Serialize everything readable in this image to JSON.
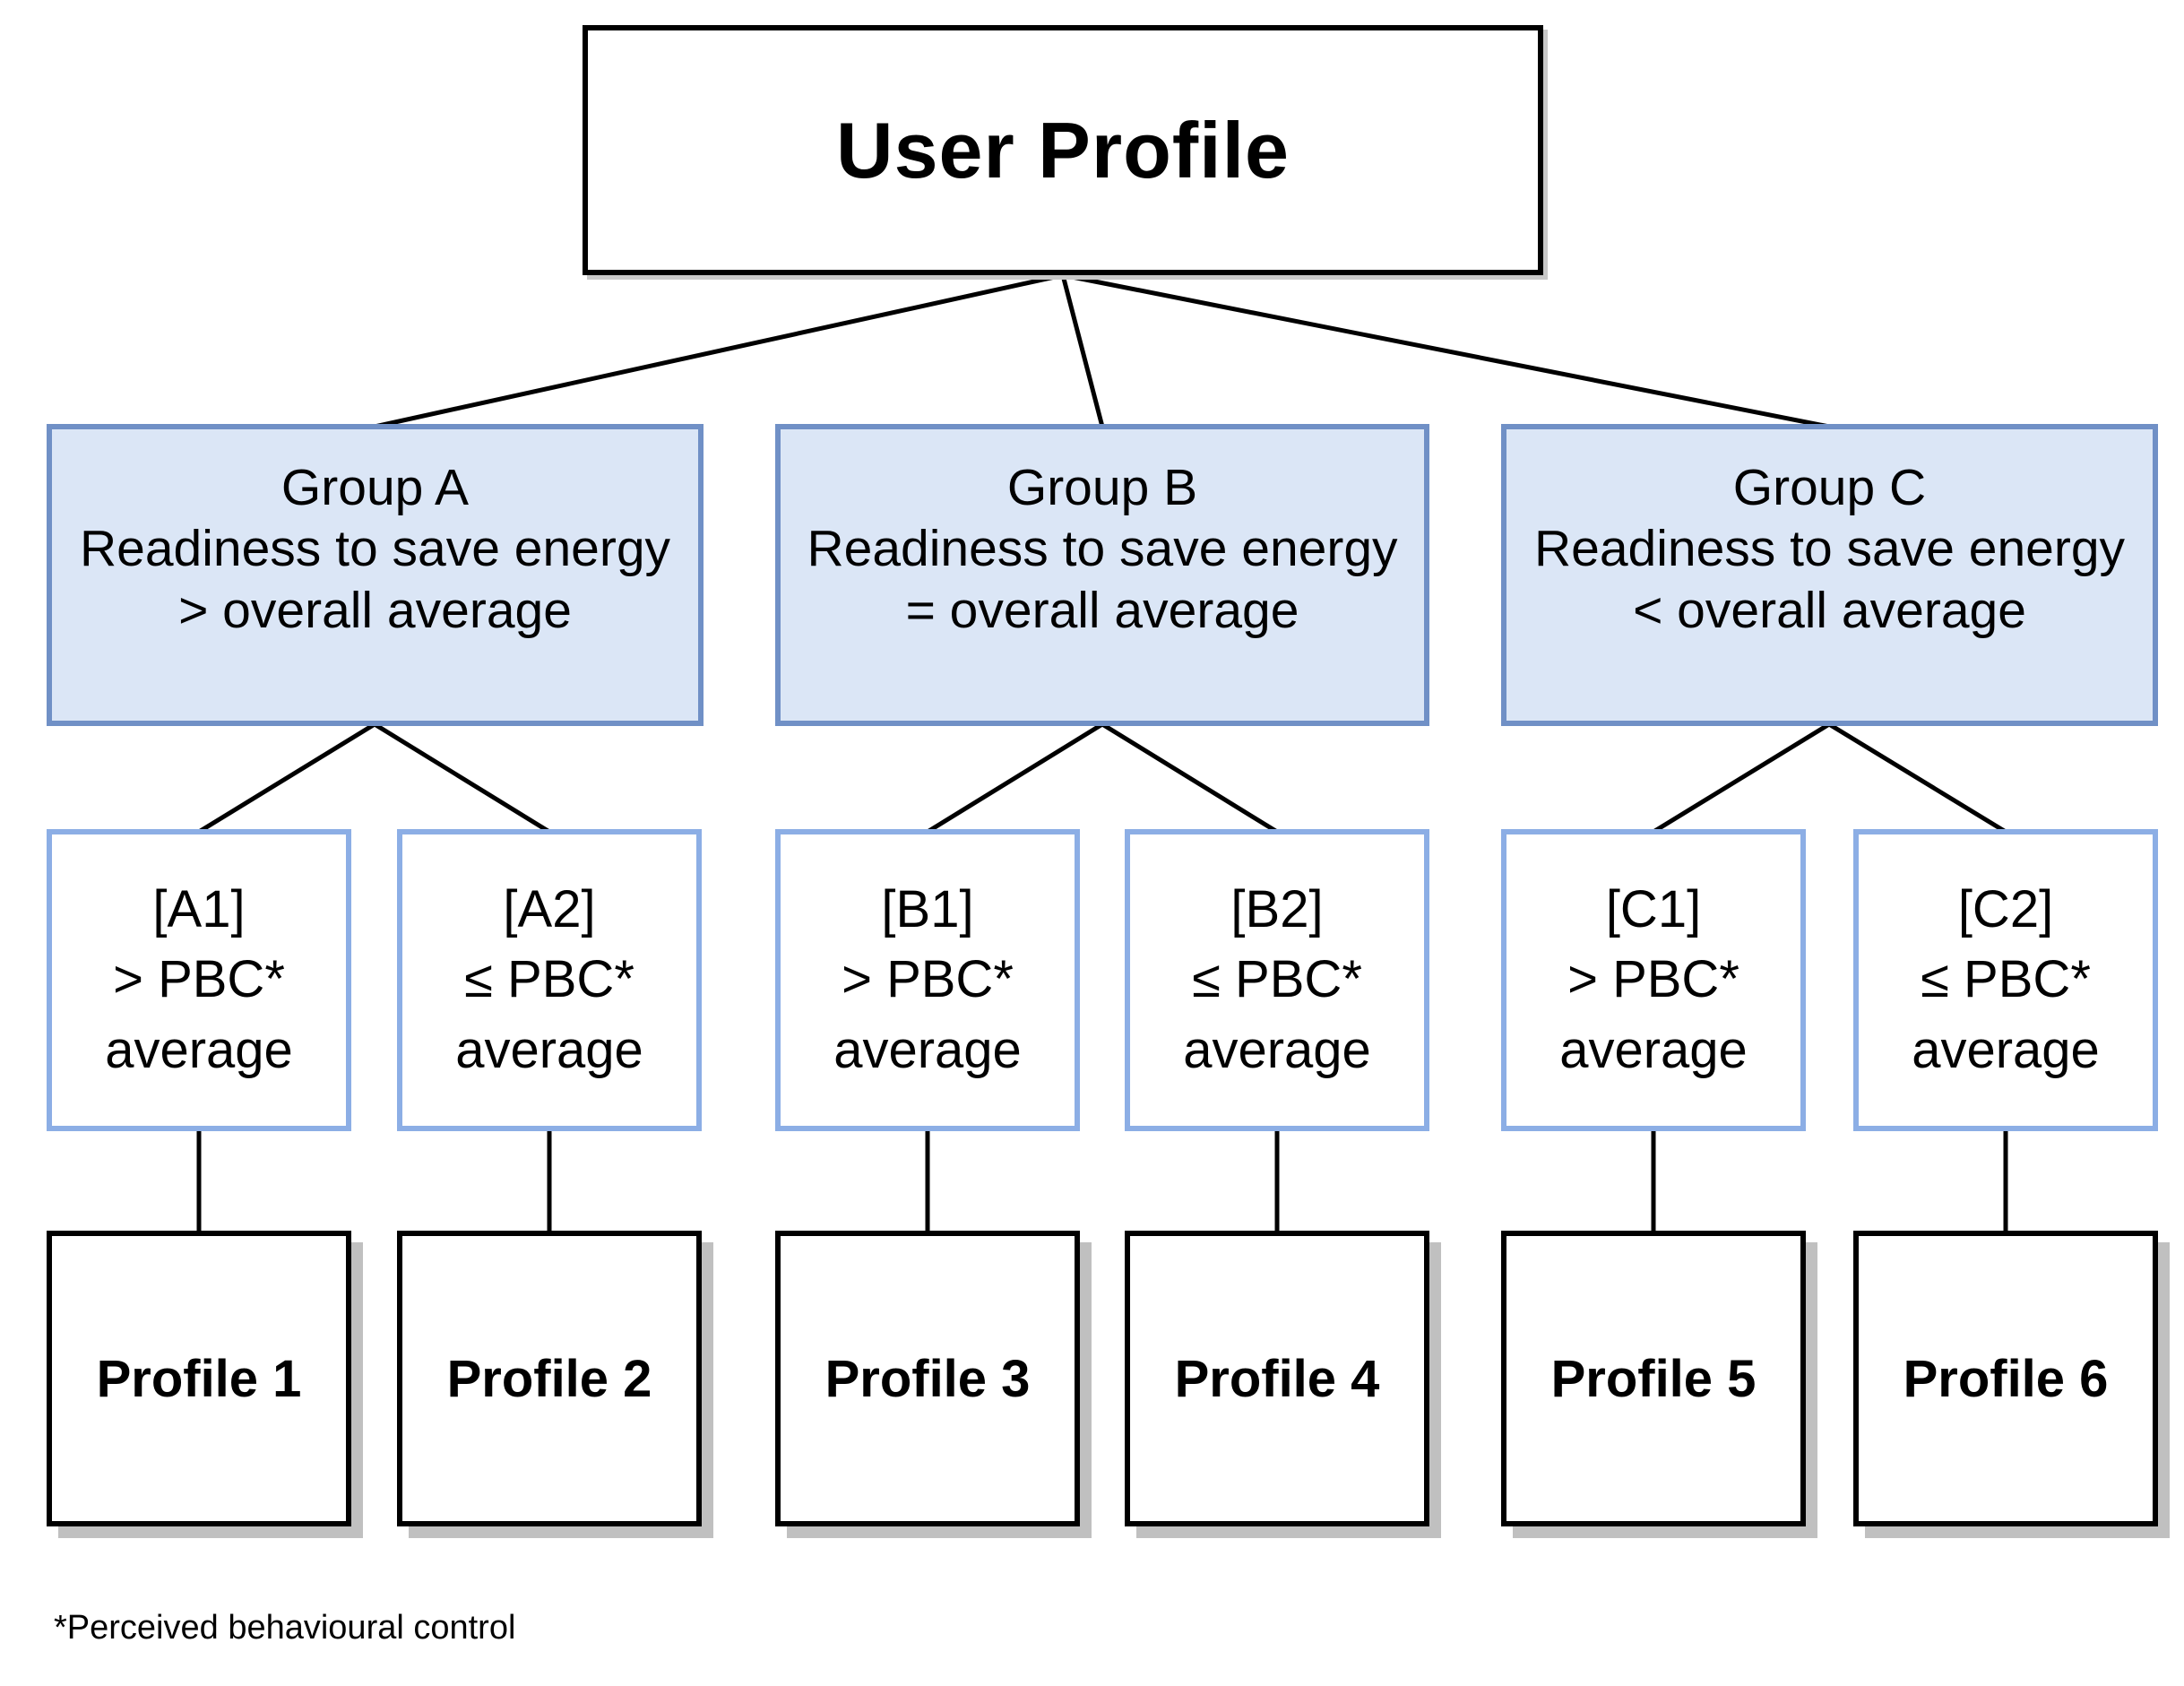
{
  "root": {
    "label": "User Profile"
  },
  "groups": [
    {
      "title": "Group A",
      "desc": "Readiness to save energy",
      "criterion": "> overall average"
    },
    {
      "title": "Group B",
      "desc": "Readiness to save energy",
      "criterion": "= overall average"
    },
    {
      "title": "Group C",
      "desc": "Readiness to save energy",
      "criterion": "< overall average"
    }
  ],
  "subgroups": [
    {
      "code": "[A1]",
      "operator": "> PBC*",
      "noun": "average"
    },
    {
      "code": "[A2]",
      "operator": "≤ PBC*",
      "noun": "average"
    },
    {
      "code": "[B1]",
      "operator": "> PBC*",
      "noun": "average"
    },
    {
      "code": "[B2]",
      "operator": "≤ PBC*",
      "noun": "average"
    },
    {
      "code": "[C1]",
      "operator": "> PBC*",
      "noun": "average"
    },
    {
      "code": "[C2]",
      "operator": "≤ PBC*",
      "noun": "average"
    }
  ],
  "profiles": [
    {
      "label": "Profile 1"
    },
    {
      "label": "Profile 2"
    },
    {
      "label": "Profile 3"
    },
    {
      "label": "Profile 4"
    },
    {
      "label": "Profile 5"
    },
    {
      "label": "Profile 6"
    }
  ],
  "footnote": "*Perceived behavioural control",
  "colors": {
    "group_fill": "#dbe6f6",
    "group_border": "#7090c6",
    "subgroup_border": "#8caee5",
    "box_border": "#000000",
    "shadow": "#c0c0c0",
    "connector": "#000000"
  }
}
